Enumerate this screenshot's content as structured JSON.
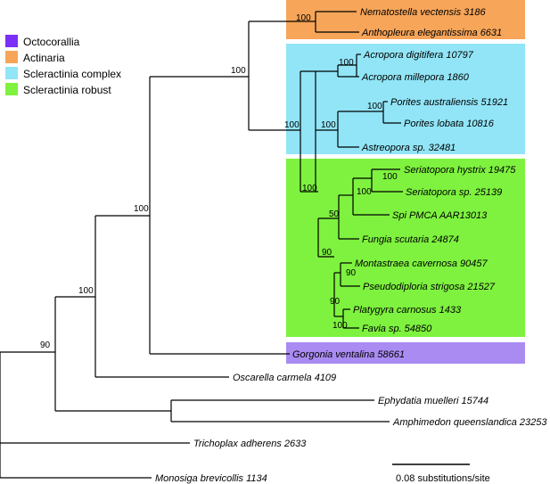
{
  "colors": {
    "octocorallia": "#7b2ff7",
    "actinaria": "#f7a559",
    "scleractinia_complex": "#91e5f7",
    "scleractinia_robust": "#7ef23f",
    "gorgonia_box": "#a98bf2"
  },
  "legend": [
    {
      "label": "Octocorallia",
      "color": "#7b2ff7"
    },
    {
      "label": "Actinaria",
      "color": "#f7a559"
    },
    {
      "label": "Scleractinia complex",
      "color": "#91e5f7"
    },
    {
      "label": "Scleractinia robust",
      "color": "#7ef23f"
    }
  ],
  "taxa": [
    "Nematostella vectensis 3186",
    "Anthopleura elegantissima 6631",
    "Acropora digitifera 10797",
    "Acropora millepora 1860",
    "Porites australiensis 51921",
    "Porites lobata 10816",
    "Astreopora sp. 32481",
    "Seriatopora hystrix 19475",
    "Seriatopora sp. 25139",
    "Spi PMCA AAR13013",
    "Fungia scutaria 24874",
    "Montastraea cavernosa 90457",
    "Pseudodiploria strigosa 21527",
    "Platygyra carnosus 1433",
    "Favia sp. 54850",
    "Gorgonia ventalina 58661",
    "Oscarella carmela 4109",
    "Ephydatia muelleri 15744",
    "Amphimedon queenslandica 23253",
    "Trichoplax adherens 2633",
    "Monosiga brevicollis 1134"
  ],
  "support_values": [
    "100",
    "100",
    "100",
    "100",
    "100",
    "100",
    "100",
    "50",
    "90",
    "90",
    "100",
    "100",
    "100",
    "90",
    "100",
    "100",
    "90"
  ],
  "scale_label": "0.08 substitutions/site"
}
